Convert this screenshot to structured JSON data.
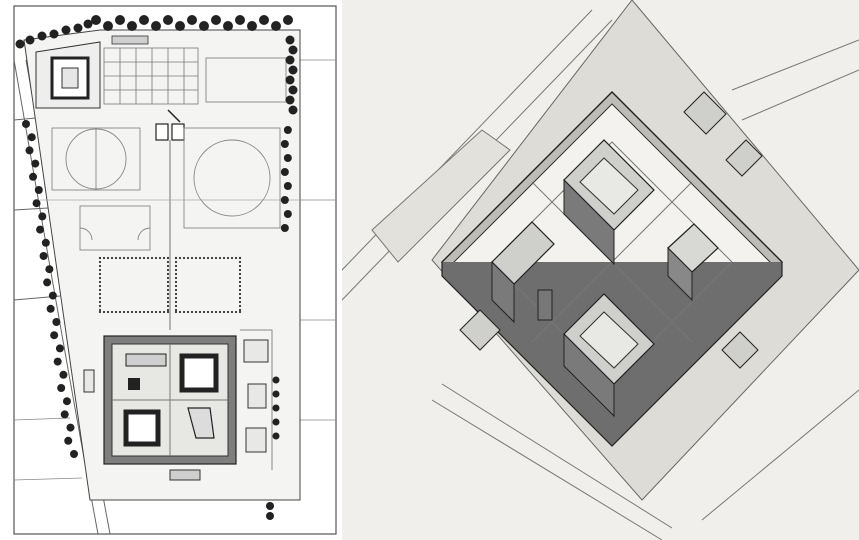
{
  "figure": {
    "panels": [
      {
        "id": "site-plan",
        "kind": "drawing"
      },
      {
        "id": "axonometric",
        "kind": "drawing"
      }
    ]
  },
  "colors": {
    "paper": "#ffffff",
    "paper_gray": "#f0efeb",
    "ink": "#3a3a3a",
    "tree_dark": "#222222",
    "wall_gray": "#8a8a8a",
    "ground_gray": "#dcdbd6"
  }
}
